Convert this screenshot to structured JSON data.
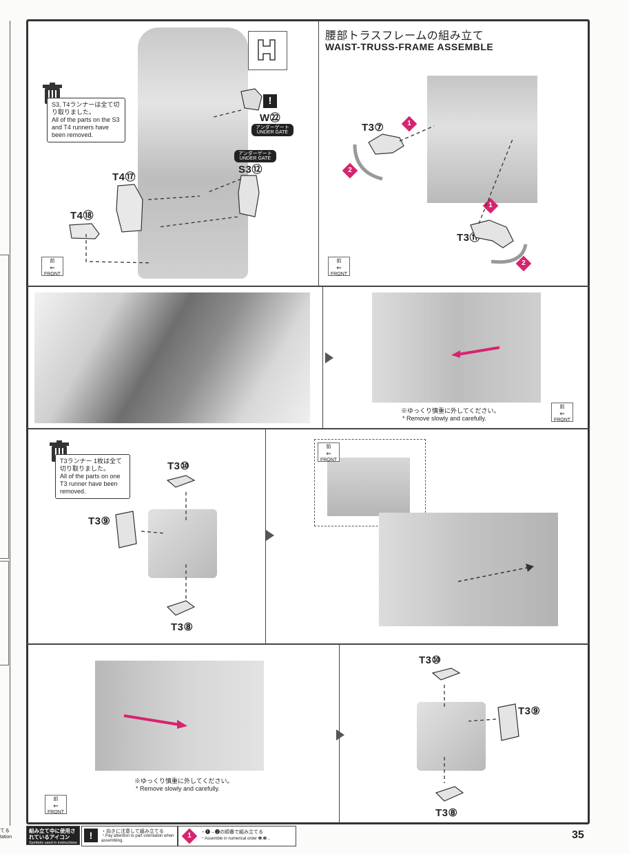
{
  "page": {
    "number": "35"
  },
  "sidebar": {
    "bottom_text_1": "てる",
    "bottom_text_2": "tation"
  },
  "section_top_right": {
    "title_jp": "腰部トラスフレームの組み立て",
    "title_en": "WAIST-TRUSS-FRAME ASSEMBLE"
  },
  "panel1": {
    "trash_note_jp": "S3, T4ランナーは全て切り取りました。",
    "trash_note_en": "All of the parts on the S3 and T4 runners have been removed.",
    "parts": [
      "W㉒",
      "S3⑫",
      "T4⑰",
      "T4⑱"
    ],
    "under_gate_jp": "アンダーゲート",
    "under_gate_en": "UNDER GATE",
    "front_jp": "前",
    "front_en": "FRONT"
  },
  "panel2": {
    "parts": [
      "T3⑦",
      "T3⑪"
    ],
    "steps": [
      "1",
      "2"
    ],
    "front_jp": "前",
    "front_en": "FRONT"
  },
  "panel4": {
    "note_jp": "※ゆっくり慎重に外してください。",
    "note_en": "* Remove slowly and carefully.",
    "front_jp": "前",
    "front_en": "FRONT"
  },
  "panel5": {
    "trash_note_jp": "T3ランナー 1枚は全て切り取りました。",
    "trash_note_en": "All of the parts on one T3 runner have been removed.",
    "parts": [
      "T3⑩",
      "T3⑨",
      "T3⑧"
    ]
  },
  "panel6": {
    "front_jp": "前",
    "front_en": "FRONT"
  },
  "panel7": {
    "note_jp": "※ゆっくり慎重に外してください。",
    "note_en": "* Remove slowly and carefully.",
    "front_jp": "前",
    "front_en": "FRONT"
  },
  "panel8": {
    "parts": [
      "T3⑩",
      "T3⑨",
      "T3⑧"
    ]
  },
  "footer": {
    "legend_title_jp": "組み立て中に使用されているアイコン",
    "legend_title_en": "Symbols used in instructions",
    "icon1_jp": "・向きに注意して組み立てる",
    "icon1_en": "・Pay attention to part orientation when assembling.",
    "icon2_jp": "・❶→❷の順番で組み立てる",
    "icon2_en": "・Assemble in numerical order ❶,❷..."
  },
  "colors": {
    "accent": "#d6246e",
    "border": "#333333"
  }
}
